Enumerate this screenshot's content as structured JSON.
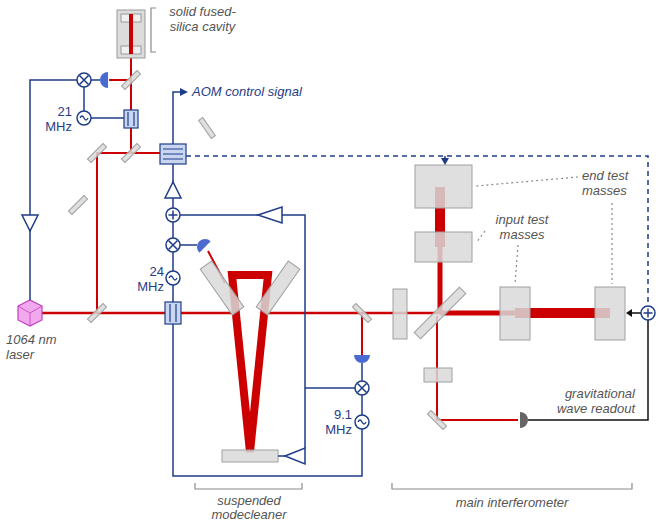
{
  "diagram": {
    "labels": [
      "solid fused-silica cavity",
      "21 MHz",
      "AOM control signal",
      "24 MHz",
      "1064 nm laser",
      "9.1 MHz",
      "suspended modecleaner",
      "end test masses",
      "input test masses",
      "main interferometer",
      "gravitational wave readout"
    ]
  }
}
